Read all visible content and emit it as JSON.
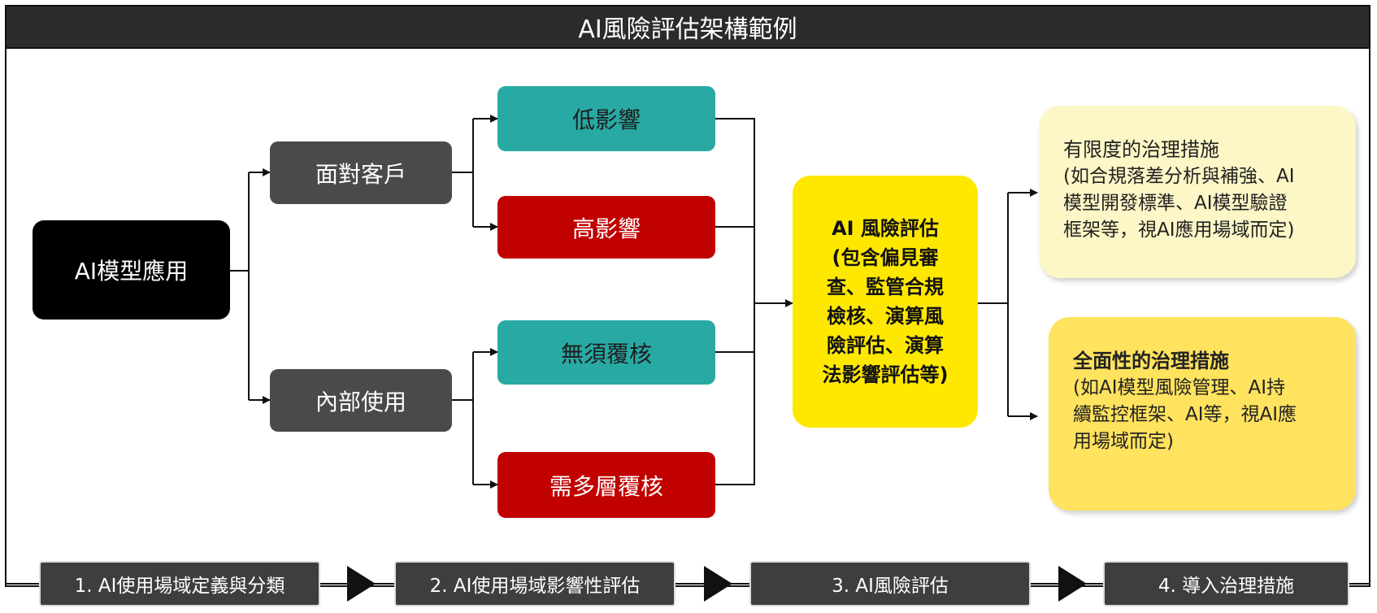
{
  "title": "AI風險評估架構範例",
  "root": "AI模型應用",
  "level1": [
    "面對客戶",
    "內部使用"
  ],
  "level2": [
    "低影響",
    "高影響",
    "無須覆核",
    "需多層覆核"
  ],
  "assessment": {
    "lines": [
      "AI 風險評估",
      "(包含偏見審",
      "查、監管合規",
      "檢核、演算風",
      "險評估、演算",
      "法影響評估等)"
    ]
  },
  "outcomes": [
    {
      "heading": "有限度的治理措施",
      "lines": [
        "(如合規落差分析與補強、AI",
        "模型開發標準、AI模型驗證",
        "框架等，視AI應用場域而定)"
      ]
    },
    {
      "heading": "全面性的治理措施",
      "lines": [
        "(如AI模型風險管理、AI持",
        "續監控框架、AI等，視AI應",
        "用場域而定)"
      ]
    }
  ],
  "stages": [
    "1. AI使用場域定義與分類",
    "2. AI使用場域影響性評估",
    "3. AI風險評估",
    "4. 導入治理措施"
  ],
  "colors": {
    "title_bar": "#2b2b2b",
    "dark_box": "#4a4a4a",
    "teal": "#28a9a3",
    "red": "#c10000",
    "yellow": "#ffe800",
    "outcome_light": "#fdf6c6",
    "outcome_medium": "#ffe25e"
  }
}
